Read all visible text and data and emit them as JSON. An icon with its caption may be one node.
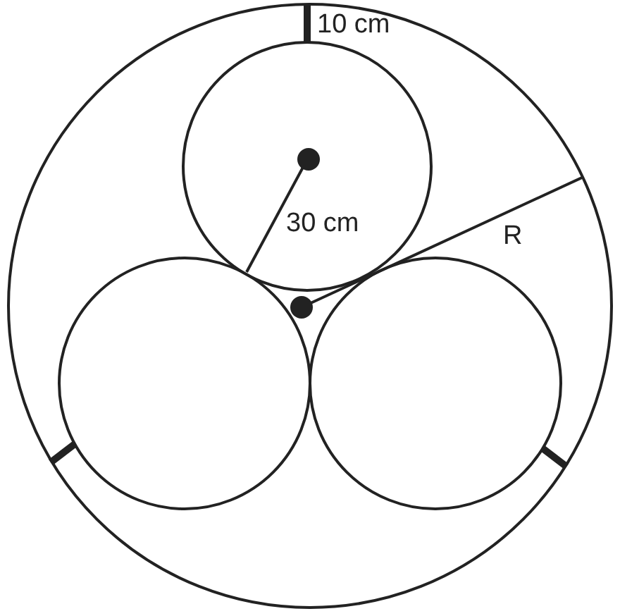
{
  "diagram": {
    "labels": [
      "10 cm",
      "30 cm",
      "R"
    ]
  }
}
